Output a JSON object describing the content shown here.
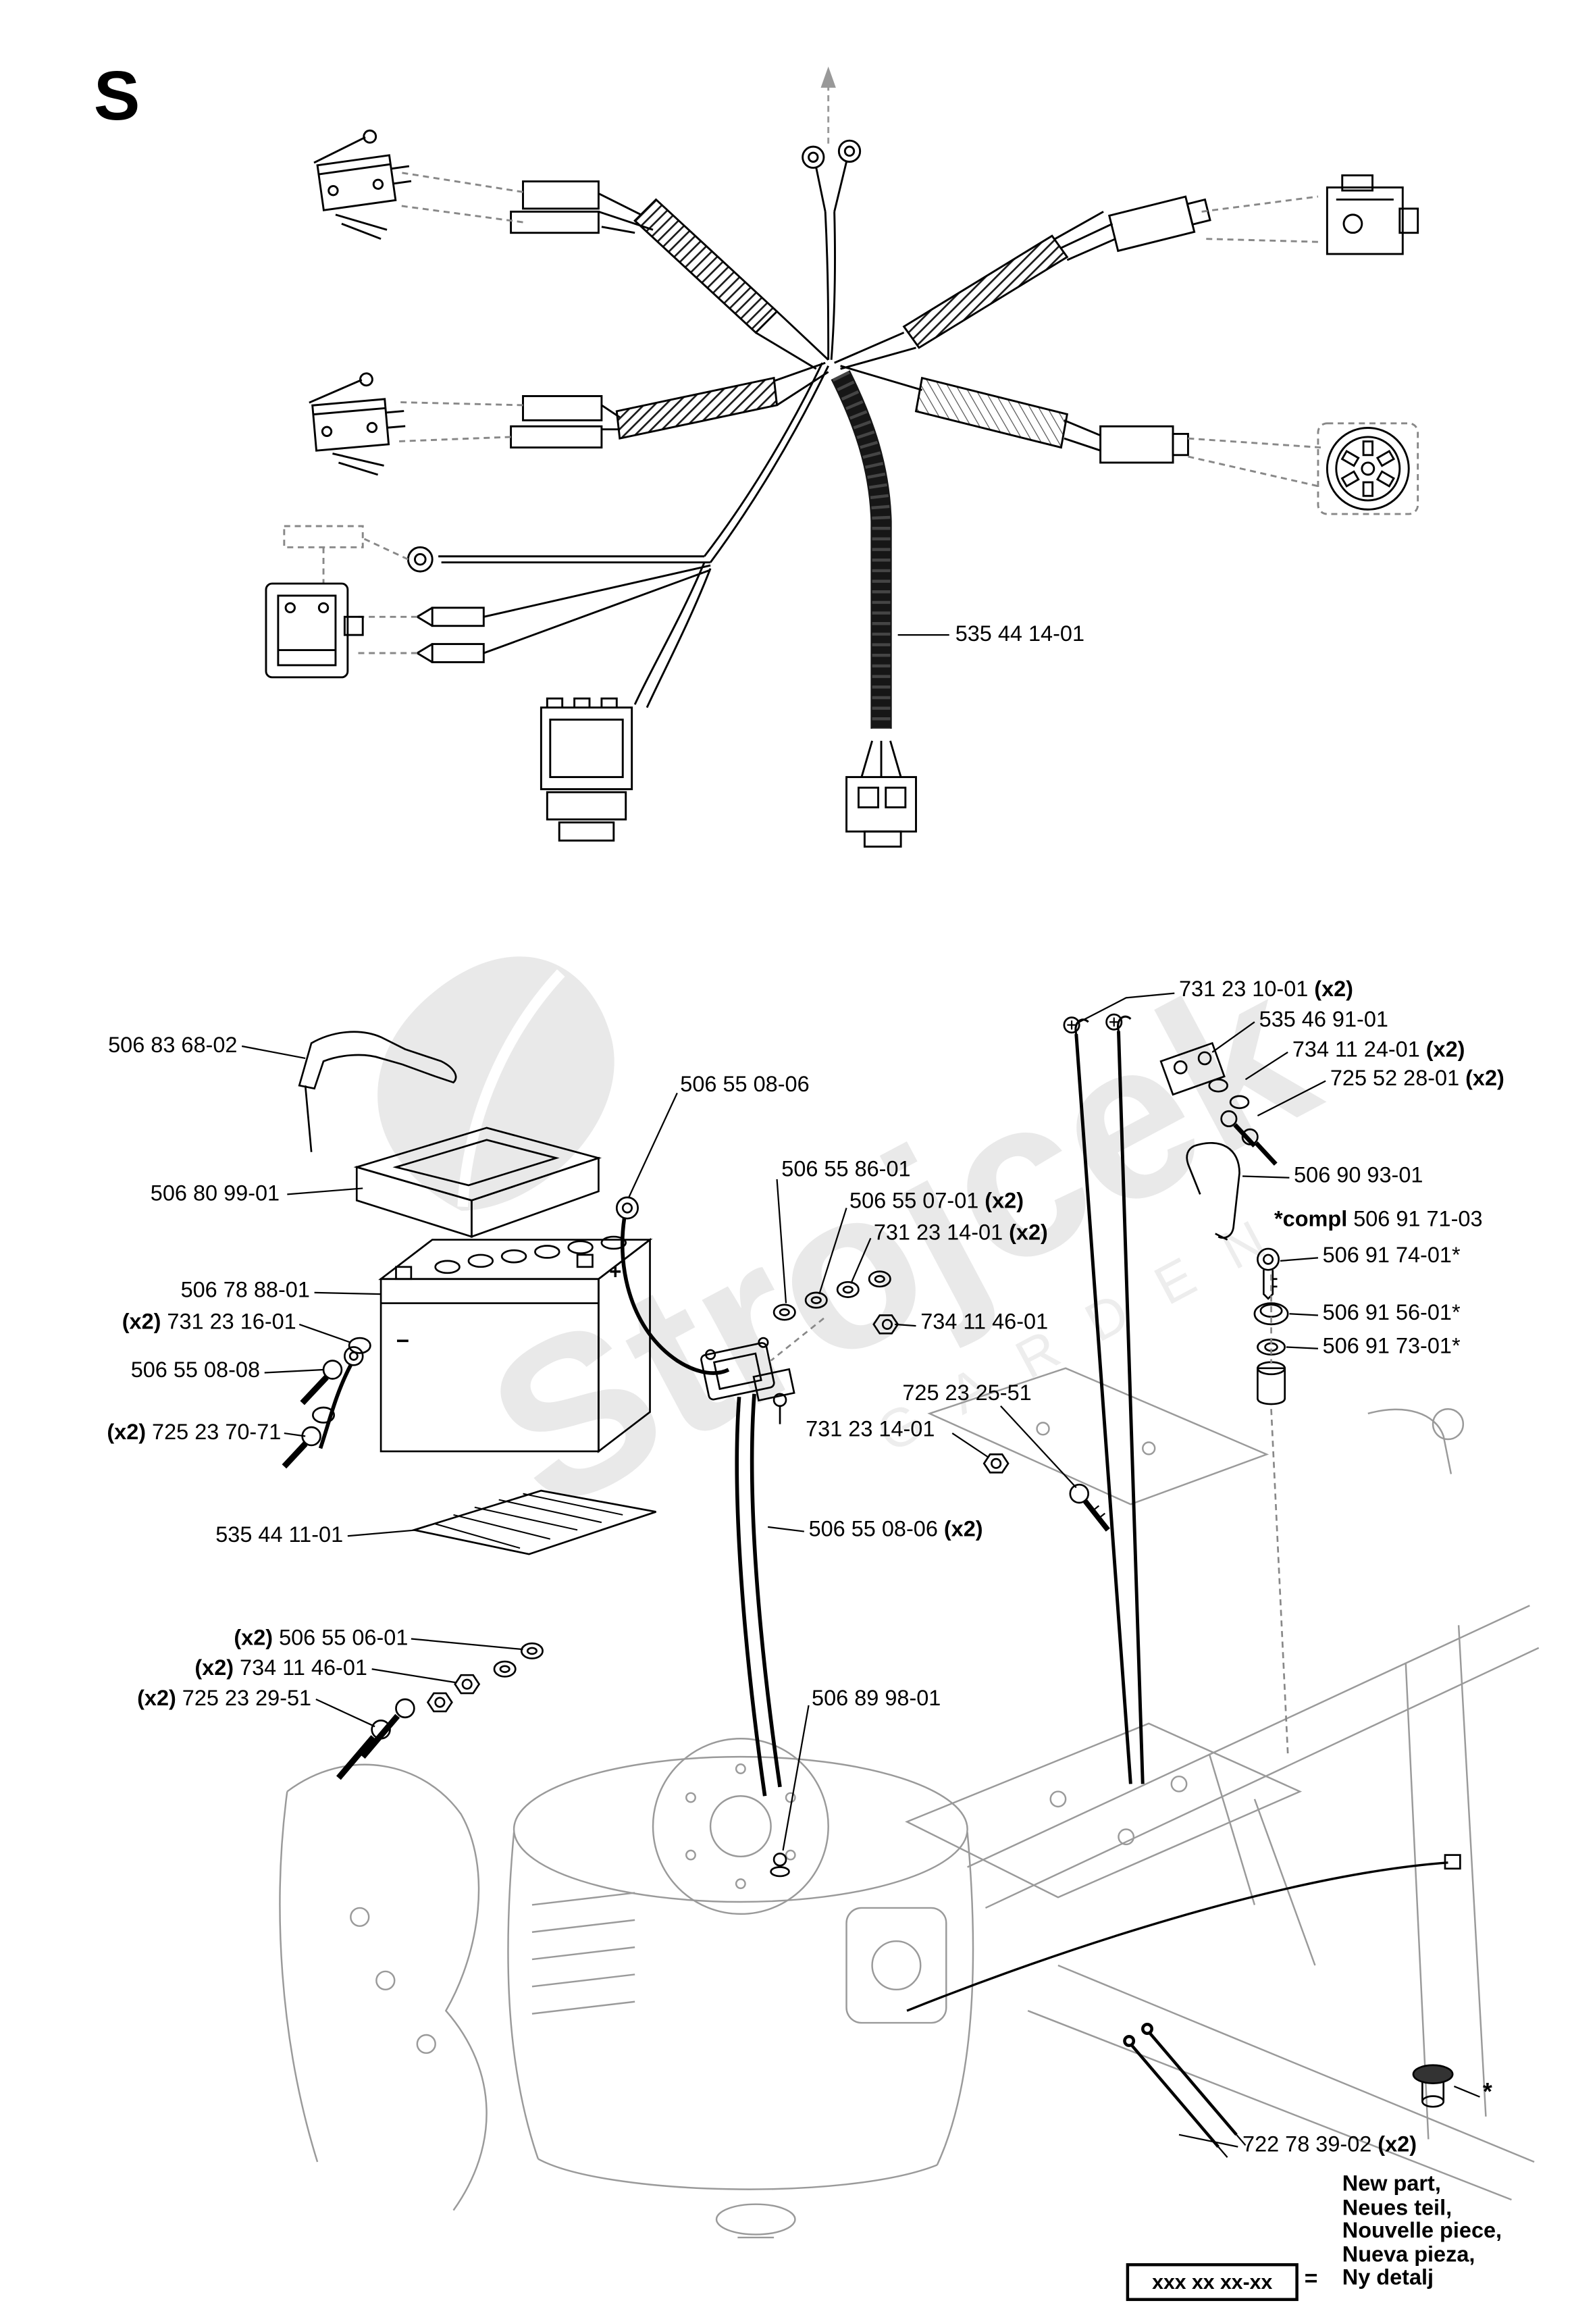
{
  "page": {
    "section": "S",
    "star": "*"
  },
  "watermark": {
    "name": "Strojcek",
    "sub": "GARDEN"
  },
  "battery": {
    "plus": "+",
    "minus": "−"
  },
  "harness": {
    "num": "535 44 14-01"
  },
  "callouts": [
    {
      "num": "506 83 68-02"
    },
    {
      "num": "506 80 99-01"
    },
    {
      "num": "506 78 88-01"
    },
    {
      "pre": "(x2)",
      "num": "731 23 16-01"
    },
    {
      "num": "506 55 08-08"
    },
    {
      "pre": "(x2)",
      "num": "725 23 70-71"
    },
    {
      "num": "535 44 11-01"
    },
    {
      "pre": "(x2)",
      "num": "506 55 06-01"
    },
    {
      "pre": "(x2)",
      "num": "734 11 46-01"
    },
    {
      "pre": "(x2)",
      "num": "725 23 29-51"
    },
    {
      "num": "506 55 08-06"
    },
    {
      "num": "506 55 86-01"
    },
    {
      "num": "506 55 07-01",
      "post": "(x2)"
    },
    {
      "num": "731 23 14-01",
      "post": "(x2)"
    },
    {
      "num": "734 11 46-01"
    },
    {
      "num": "725 23 25-51"
    },
    {
      "num": "731 23 14-01"
    },
    {
      "num": "506 55 08-06",
      "post": "(x2)"
    },
    {
      "num": "506 89 98-01"
    },
    {
      "num": "731 23 10-01",
      "post": "(x2)"
    },
    {
      "num": "535 46 91-01"
    },
    {
      "num": "734 11 24-01",
      "post": "(x2)"
    },
    {
      "num": "725 52 28-01",
      "post": "(x2)"
    },
    {
      "num": "506 90 93-01"
    },
    {
      "pre": "*compl",
      "num": "506 91 71-03"
    },
    {
      "num": "506 91 74-01*"
    },
    {
      "num": "506 91 56-01*"
    },
    {
      "num": "506 91 73-01*"
    },
    {
      "num": "722 78 39-02",
      "post": "(x2)"
    }
  ],
  "legend": {
    "code": "xxx xx xx-xx",
    "equals": "=",
    "lines": [
      "New part,",
      "Neues teil,",
      "Nouvelle piece,",
      "Nueva pieza,",
      "Ny detalj"
    ]
  }
}
